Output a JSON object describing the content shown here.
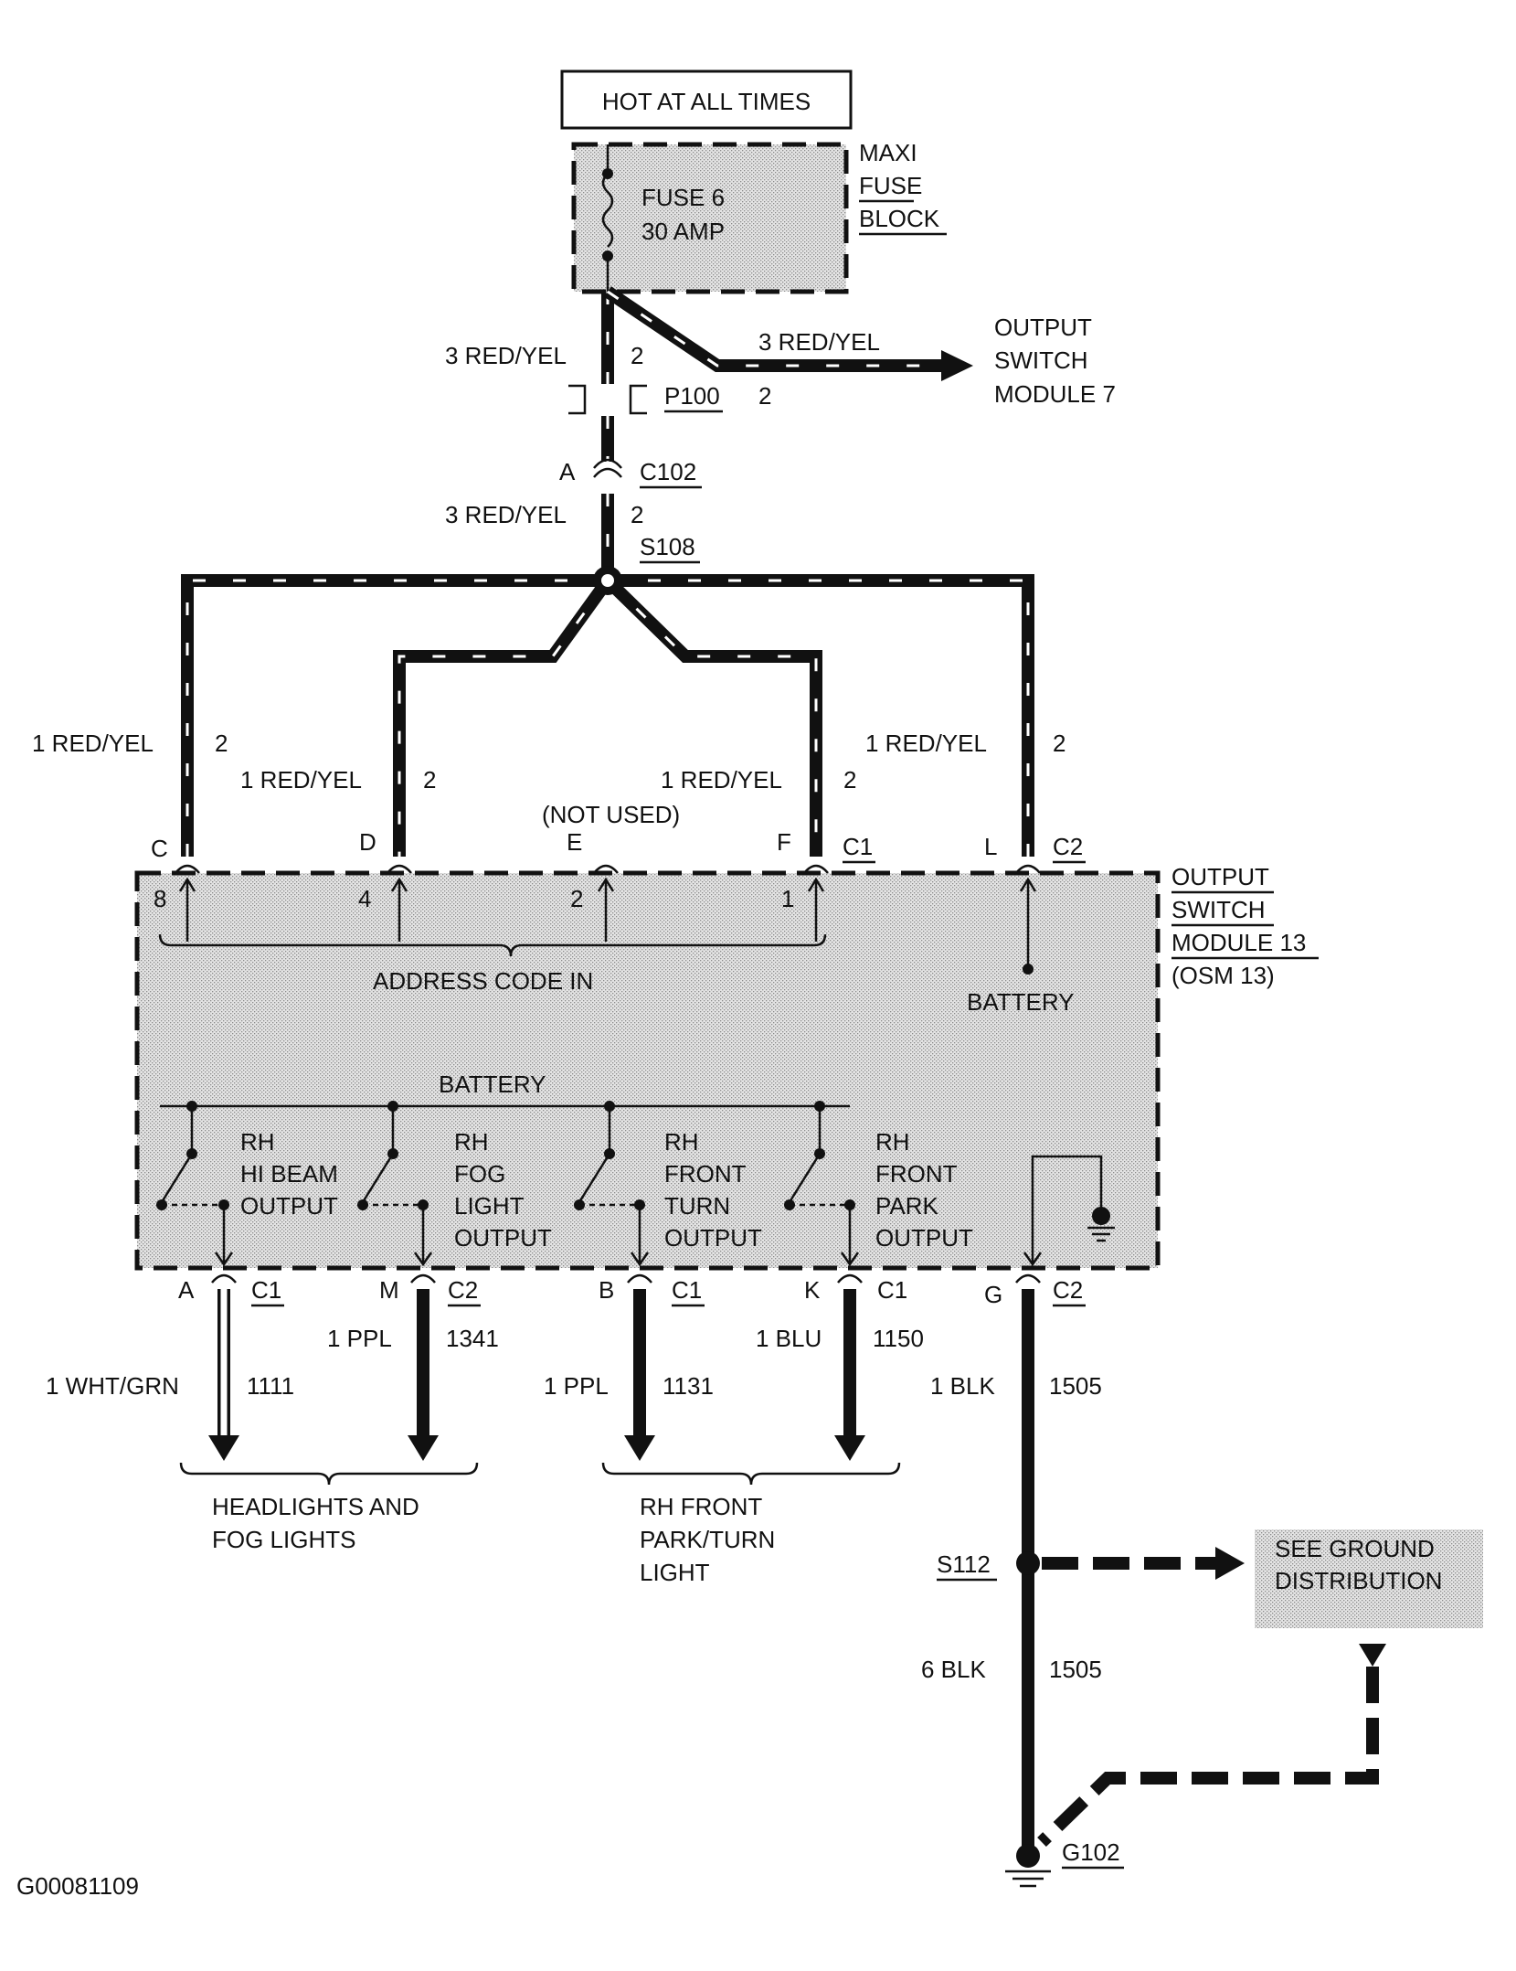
{
  "header": {
    "hot": "HOT AT ALL TIMES"
  },
  "fuse": {
    "block_line1": "MAXI",
    "block_line2": "FUSE",
    "block_line3": "BLOCK",
    "fuse_name": "FUSE 6",
    "fuse_amp": "30 AMP"
  },
  "feed": {
    "wire_upper": "3 RED/YEL",
    "pin_upper": "2",
    "p100": "P100",
    "p100_pin": "2",
    "c102_letter": "A",
    "c102": "C102",
    "wire_lower": "3 RED/YEL",
    "pin_lower": "2",
    "s108": "S108"
  },
  "osm7": {
    "wire": "3 RED/YEL",
    "line1": "OUTPUT",
    "line2": "SWITCH",
    "line3": "MODULE 7"
  },
  "branches": {
    "c_wire": "1 RED/YEL",
    "c_pin": "2",
    "d_wire": "1 RED/YEL",
    "d_pin": "2",
    "f_wire": "1 RED/YEL",
    "f_pin": "2",
    "l_wire": "1 RED/YEL",
    "l_pin": "2",
    "not_used": "(NOT USED)"
  },
  "top_pins": {
    "c": "C",
    "d": "D",
    "e": "E",
    "f": "F",
    "c1": "C1",
    "l": "L",
    "c2": "C2",
    "n8": "8",
    "n4": "4",
    "n2": "2",
    "n1": "1"
  },
  "module": {
    "line1": "OUTPUT",
    "line2": "SWITCH",
    "line3": "MODULE 13",
    "line4": "(OSM 13)",
    "address": "ADDRESS CODE IN",
    "battery_right": "BATTERY",
    "battery_bus": "BATTERY"
  },
  "outputs": {
    "hi_l1": "RH",
    "hi_l2": "HI BEAM",
    "hi_l3": "OUTPUT",
    "fog_l1": "RH",
    "fog_l2": "FOG",
    "fog_l3": "LIGHT",
    "fog_l4": "OUTPUT",
    "turn_l1": "RH",
    "turn_l2": "FRONT",
    "turn_l3": "TURN",
    "turn_l4": "OUTPUT",
    "park_l1": "RH",
    "park_l2": "FRONT",
    "park_l3": "PARK",
    "park_l4": "OUTPUT"
  },
  "bottom_pins": {
    "a": "A",
    "a_c": "C1",
    "m": "M",
    "m_c": "C2",
    "b": "B",
    "b_c": "C1",
    "k": "K",
    "k_c": "C1",
    "g": "G",
    "g_c": "C2"
  },
  "bottom_wires": {
    "a_wire": "1 WHT/GRN",
    "a_circuit": "1111",
    "m_wire": "1 PPL",
    "m_circuit": "1341",
    "b_wire": "1 PPL",
    "b_circuit": "1131",
    "k_wire": "1 BLU",
    "k_circuit": "1150",
    "g_wire": "1 BLK",
    "g_circuit": "1505"
  },
  "loads": {
    "head_l1": "HEADLIGHTS AND",
    "head_l2": "FOG LIGHTS",
    "park_l1": "RH FRONT",
    "park_l2": "PARK/TURN",
    "park_l3": "LIGHT"
  },
  "ground": {
    "s112": "S112",
    "see_l1": "SEE GROUND",
    "see_l2": "DISTRIBUTION",
    "wire": "6 BLK",
    "circuit": "1505",
    "g102": "G102"
  },
  "figure_id": "G00081109"
}
